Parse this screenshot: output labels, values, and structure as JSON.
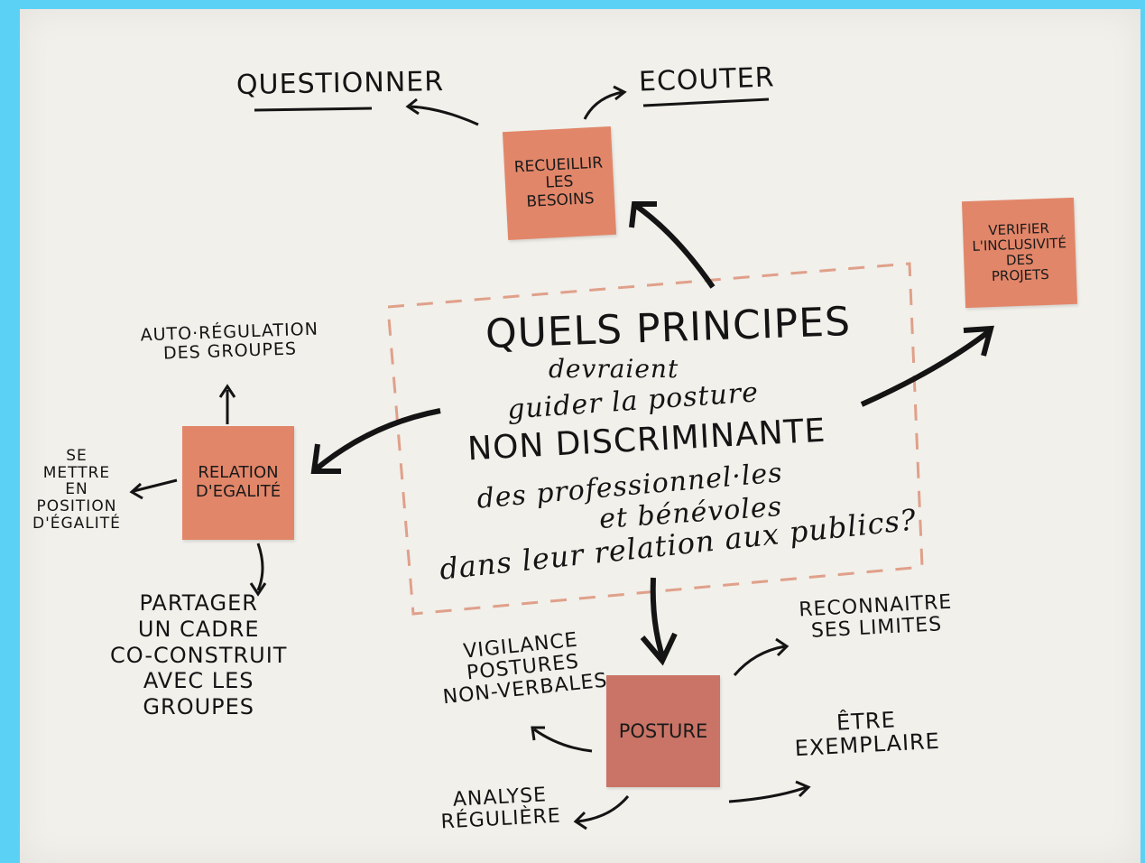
{
  "top": {
    "left_word": "QUESTIONNER",
    "right_word": "ECOUTER"
  },
  "notes": {
    "recueillir": "RECUEILLIR\nLES\nBESOINS",
    "verifier": "VERIFIER\nL'INCLUSIVITÉ\nDES\nPROJETS",
    "relation": "RELATION\nD'EGALITÉ",
    "posture": "POSTURE"
  },
  "center": {
    "line1": "QUELS PRINCIPES",
    "line2": "devraient",
    "line3": "guider la posture",
    "line4": "NON DISCRIMINANTE",
    "line5": "des professionnel·les",
    "line6": "et bénévoles",
    "line7": "dans leur relation aux publics?"
  },
  "left": {
    "auto_regulation": "AUTO·RÉGULATION\nDES GROUPES",
    "se_mettre": "SE\nMETTRE\nEN\nPOSITION\nD'ÉGALITÉ",
    "partager": "PARTAGER\nUN CADRE\nCO-CONSTRUIT\nAVEC LES\nGROUPES"
  },
  "bottom": {
    "vigilance": "VIGILANCE\nPOSTURES\nNON-VERBALES",
    "analyse": "ANALYSE\nRÉGULIÈRE",
    "reconnaitre": "RECONNAITRE\nSES LIMITES",
    "etre": "ÊTRE\nEXEMPLAIRE"
  },
  "colors": {
    "background": "#5ad1f5",
    "paper": "#f1f0eb",
    "sticky": "#e28669",
    "sticky_dark": "#c97466",
    "ink": "#141414",
    "dash": "#e0a08a"
  }
}
